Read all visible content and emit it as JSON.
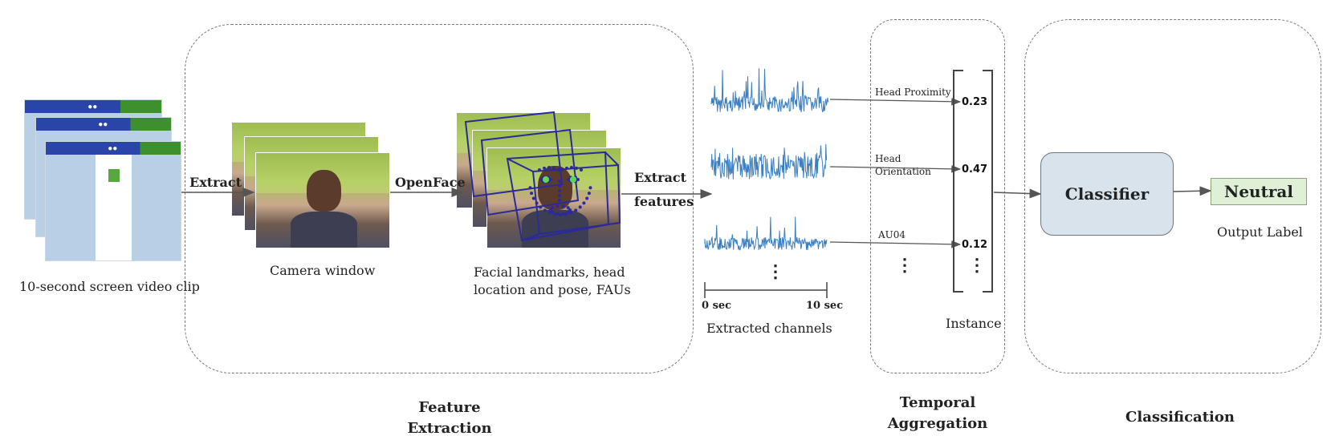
{
  "input": {
    "caption": "10-second screen video clip",
    "eyes_glyph": "●●"
  },
  "feature_extraction": {
    "section_label": "Feature Extraction",
    "extract_label": "Extract",
    "openface_label": "OpenFace",
    "extract_features_label_1": "Extract",
    "extract_features_label_2": "features",
    "camera_caption": "Camera window",
    "landmarks_caption_1": "Facial landmarks, head",
    "landmarks_caption_2": "location and pose, FAUs"
  },
  "channels": {
    "caption": "Extracted channels",
    "axis_start": "0 sec",
    "axis_end": "10 sec",
    "ellipsis": "⋮"
  },
  "temporal_aggregation": {
    "section_label": "Temporal Aggregation",
    "features": [
      {
        "label": "Head Proximity",
        "value": "0.23"
      },
      {
        "label": "Head Orientation",
        "value": "0.47"
      },
      {
        "label": "AU04",
        "value": "0.12"
      }
    ],
    "ellipsis": "⋮",
    "instance_label": "Instance"
  },
  "classification": {
    "section_label": "Classification",
    "classifier_label": "Classifier",
    "output_value": "Neutral",
    "output_caption": "Output Label"
  },
  "colors": {
    "signal": "#3b7fc0",
    "dash_border": "#777777",
    "classifier_fill": "#d8e3ec",
    "output_fill": "#dff0d6",
    "arrow": "#555555",
    "landmark": "#2a2a9a"
  }
}
